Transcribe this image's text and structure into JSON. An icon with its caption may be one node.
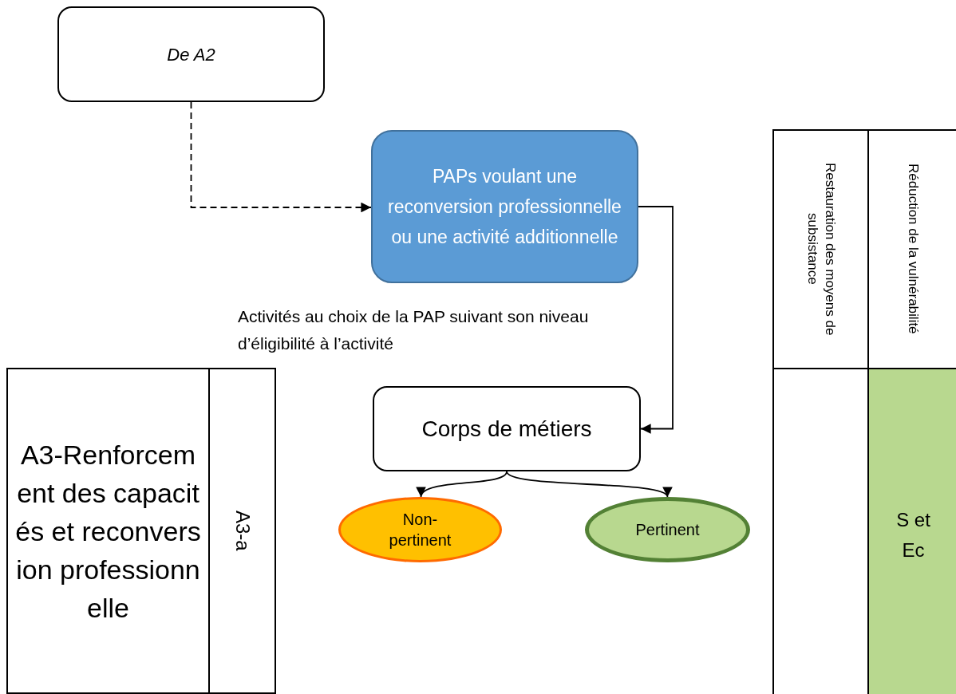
{
  "diagram": {
    "nodes": [
      {
        "text": [
          "De A2"
        ]
      },
      {
        "text": [
          "PAPs voulant une reconversion professionnelle ou une activité additionnelle"
        ]
      },
      {
        "text": [
          "Corps de métiers"
        ]
      },
      {
        "text": [
          "Non-pertinent"
        ]
      },
      {
        "text": [
          "Pertinent"
        ]
      },
      {
        "text": [
          "A3-Renforcement des capacités et reconversion professionnelle"
        ]
      },
      {
        "text": [
          "A3-a"
        ]
      },
      {
        "text": [
          "Restauration des moyens de subsistance"
        ]
      },
      {
        "text": [
          "Réduction de la vulnérabilité"
        ]
      },
      {
        "text": [],
        "shape": "box"
      },
      {
        "text": [
          "S et Ec"
        ]
      }
    ],
    "edges": [
      {
        "from": 0,
        "to": 1,
        "arrow": "to",
        "style": "dashed"
      },
      {
        "from": 1,
        "to": 2,
        "arrow": "to"
      },
      {
        "from": 2,
        "to": 3,
        "arrow": "to"
      },
      {
        "from": 2,
        "to": 4,
        "arrow": "to"
      }
    ],
    "labels": [
      "Activités au choix de la PAP suivant son niveau d’éligibilité à l’activité"
    ]
  }
}
